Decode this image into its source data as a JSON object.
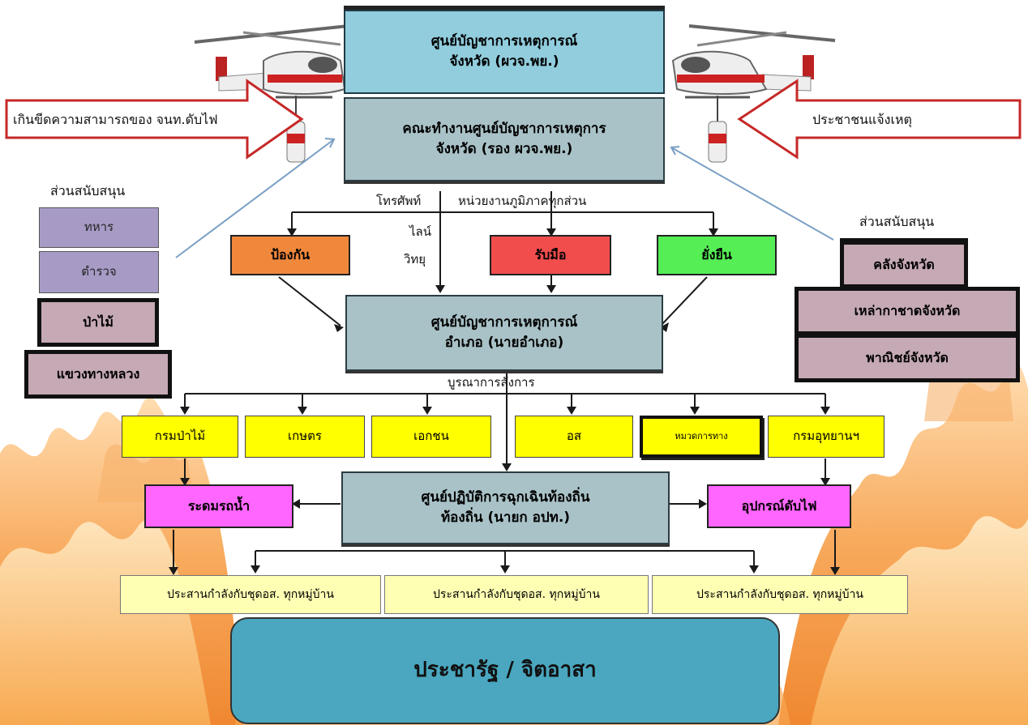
{
  "top_command": "ศูนย์บัญชาการเหตุการณ์\nจังหวัด (ผวจ.พย.)",
  "working_group": "คณะทำงานศูนย์บัญชาการเหตุการ\nจังหวัด (รอง ผวจ.พย.)",
  "left_arrow_text": "เกินขีดความสามารถของ จนท.ดับไฟ",
  "right_arrow_text": "ประชาชนแจ้งเหตุ",
  "channel_labels": [
    "โทรศัพท์",
    "ไลน์",
    "วิทยุ"
  ],
  "regional_label": "หน่วยงานภูมิภาคทุกส่วน",
  "phases": {
    "prevent": "ป้องกัน",
    "respond": "รับมือ",
    "sustain": "ยั่งยืน"
  },
  "district_command": "ศูนย์บัญชาการเหตุการณ์\nอำเภอ (นายอำเภอ)",
  "integration_label": "บูรณาการสั่งการ",
  "agencies": [
    "กรมป่าไม้",
    "เกษตร",
    "เอกชน",
    "อส",
    "หมวดการทาง",
    "กรมอุทยานฯ"
  ],
  "local_center": "ศูนย์ปฏิบัติการฉุกเฉินท้องถิ่น\nท้องถิ่น (นายก อปท.)",
  "resources": {
    "water": "ระดมรถน้ำ",
    "equipment": "อุปกรณ์ดับไฟ"
  },
  "coordination": [
    "ประสานกำลังกับชุดอส. ทุกหมู่บ้าน",
    "ประสานกำลังกับชุดอส. ทุกหมู่บ้าน",
    "ประสานกำลังกับชุดอส. ทุกหมู่บ้าน"
  ],
  "people": "ประชารัฐ / จิตอาสา",
  "support_left": {
    "title": "ส่วนสนับสนุน",
    "items": [
      "ทหาร",
      "ตำรวจ",
      "ป่าไม้",
      "แขวงทางหลวง"
    ]
  },
  "support_right": {
    "title": "ส่วนสนับสนุน",
    "items": [
      "คลังจังหวัด",
      "เหล่ากาชาดจังหวัด",
      "พาณิชย์จังหวัด"
    ]
  },
  "colors": {
    "prevent": "#f0883c",
    "respond": "#f24d4d",
    "sustain": "#55ee55",
    "fire": "#f58a2a"
  }
}
